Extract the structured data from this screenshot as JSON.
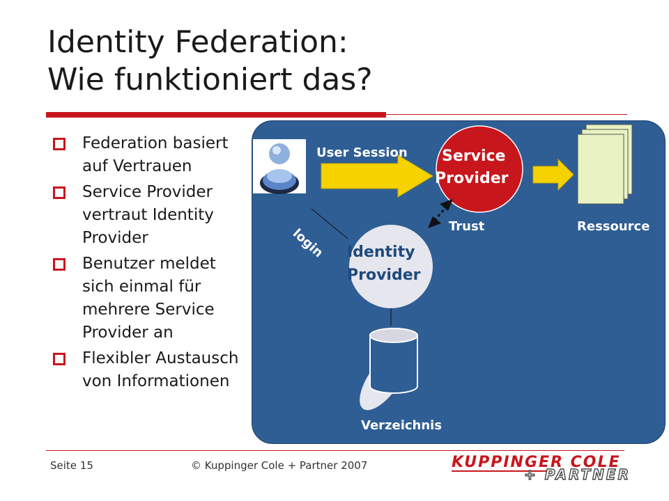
{
  "slide": {
    "title_line1": "Identity Federation:",
    "title_line2": "Wie funktioniert das?"
  },
  "bullets": [
    "Federation basiert auf Vertrauen",
    "Service Provider vertraut Identity Provider",
    "Benutzer meldet sich einmal für mehrere Service Provider an",
    "Flexibler Austausch von Informationen"
  ],
  "diagram": {
    "user_session": "User Session",
    "service_provider_line1": "Service",
    "service_provider_line2": "Provider",
    "identity_provider_line1": "Identity",
    "identity_provider_line2": "Provider",
    "trust": "Trust",
    "ressource": "Ressource",
    "login": "login",
    "verzeichnis": "Verzeichnis"
  },
  "footer": {
    "page": "Seite 15",
    "copyright": "© Kuppinger Cole + Partner 2007",
    "logo_line1": "KUPPINGER COLE",
    "logo_line2": "+ PARTNER"
  },
  "colors": {
    "accent_red": "#c8161d",
    "panel_blue": "#2e5e94",
    "arrow_yellow": "#f5d200",
    "document_green": "#e8f2c2"
  }
}
